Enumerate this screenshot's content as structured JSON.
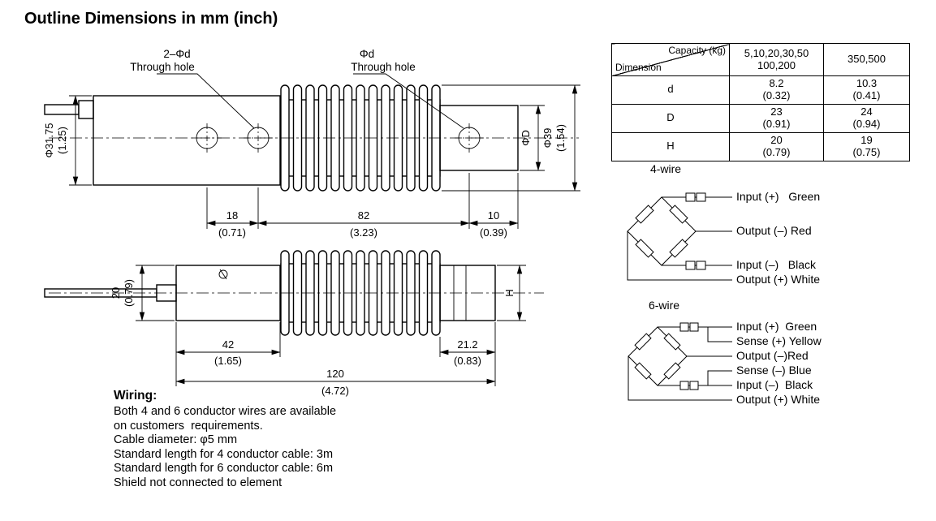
{
  "colors": {
    "ink": "#000000",
    "paper": "#ffffff"
  },
  "title": "Outline Dimensions in mm (inch)",
  "drawing": {
    "side": {
      "hole_label_left": "2–Φd",
      "hole_label_left_sub": "Through hole",
      "hole_label_right": "Φd",
      "hole_label_right_sub": "Through hole",
      "dia_left": "Φ31.75",
      "dia_left_in": "(1.25)",
      "dia_d": "ΦD",
      "dia_39": "Φ39",
      "dia_39_in": "(1.54)",
      "len_18": "18",
      "len_18_in": "(0.71)",
      "len_82": "82",
      "len_82_in": "(3.23)",
      "len_10": "10",
      "len_10_in": "(0.39)"
    },
    "top": {
      "w_20": "20",
      "w_20_in": "(0.79)",
      "h_label": "H",
      "len_42": "42",
      "len_42_in": "(1.65)",
      "len_212": "21.2",
      "len_212_in": "(0.83)",
      "len_120": "120",
      "len_120_in": "(4.72)"
    }
  },
  "table": {
    "corner_top": "Capacity (kg)",
    "corner_bottom": "Dimension",
    "col1_line1": "5,10,20,30,50",
    "col1_line2": "100,200",
    "col2": "350,500",
    "rows": [
      {
        "name": "d",
        "v1": "8.2",
        "v1_in": "(0.32)",
        "v2": "10.3",
        "v2_in": "(0.41)"
      },
      {
        "name": "D",
        "v1": "23",
        "v1_in": "(0.91)",
        "v2": "24",
        "v2_in": "(0.94)"
      },
      {
        "name": "H",
        "v1": "20",
        "v1_in": "(0.79)",
        "v2": "19",
        "v2_in": "(0.75)"
      }
    ]
  },
  "wiring": {
    "heading": "Wiring:",
    "lines": [
      "Both 4 and 6 conductor wires are available",
      "on customers  requirements.",
      "Cable diameter: φ5 mm",
      "Standard length for 4 conductor cable: 3m",
      "Standard length for 6 conductor cable: 6m",
      "Shield not connected to element"
    ]
  },
  "bridge4": {
    "title": "4-wire",
    "labels": [
      "Input (+)   Green",
      "Output (–) Red",
      "Input (–)   Black",
      "Output (+) White"
    ]
  },
  "bridge6": {
    "title": "6-wire",
    "labels": [
      "Input (+)  Green",
      "Sense (+) Yellow",
      "Output (–)Red",
      "Sense (–) Blue",
      "Input (–)  Black",
      "Output (+) White"
    ]
  }
}
